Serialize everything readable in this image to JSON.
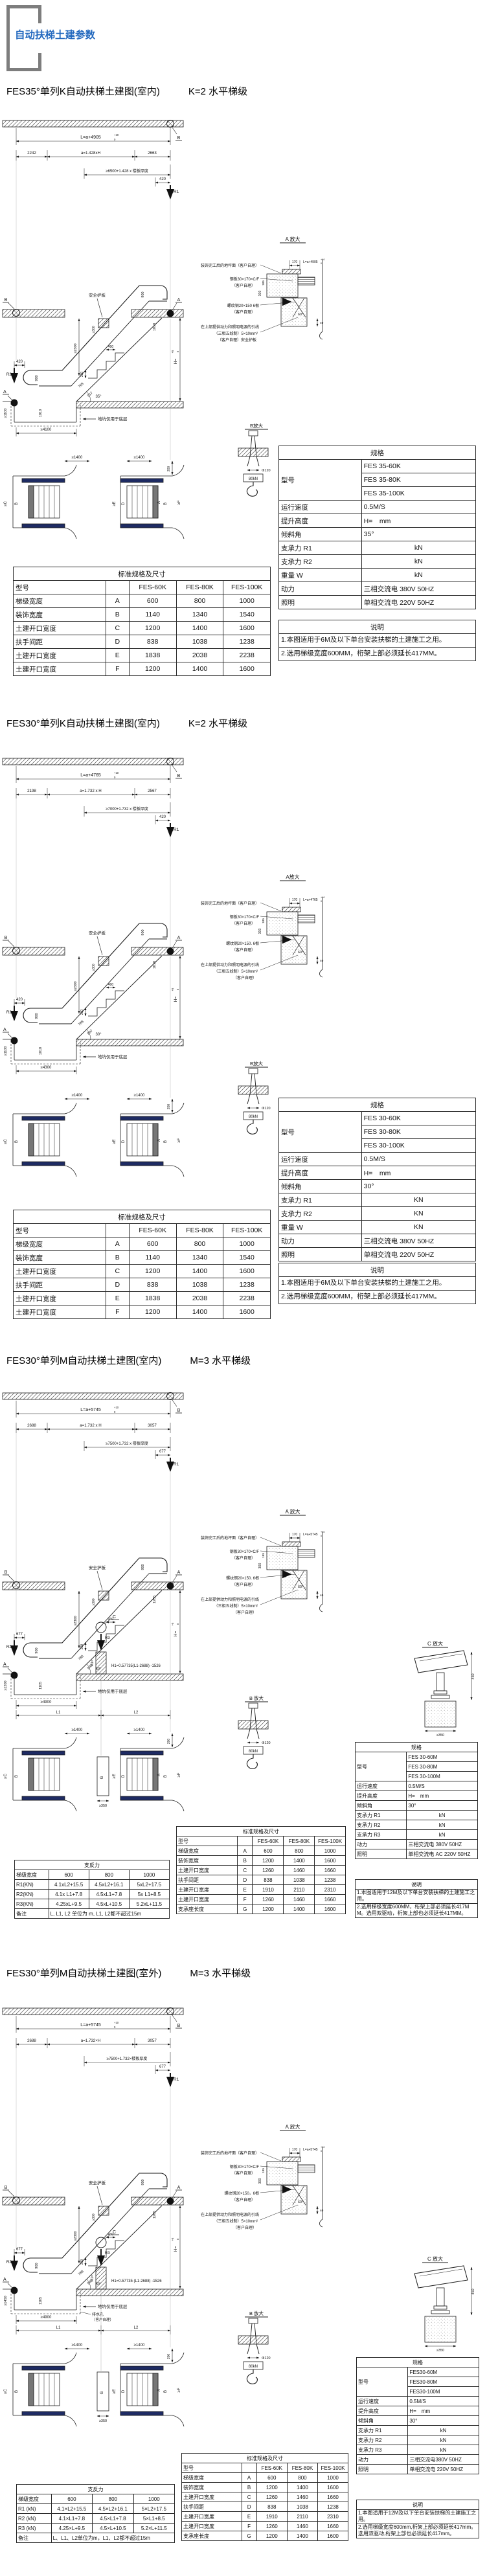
{
  "header": {
    "title": "自动扶梯土建参数"
  },
  "sections": [
    {
      "title": "FES35°单列K自动扶梯土建图(室内)",
      "subtitle": "K=2 水平梯级",
      "drawing": {
        "L": "L=a+4905",
        "tol_sup": "+10",
        "tol_sub": "0",
        "d_left": "2242",
        "d_mid": "a=1.428xH",
        "d_right": "2663",
        "clearance": "≥6500+1.428 x 楼板厚度",
        "top_offset": "420",
        "r1": "R1",
        "r2": "R2",
        "rail_h": "900",
        "truss_top": "1010",
        "truss_bot": "1010",
        "head_clear": "≥2300",
        "guard_h": "≥300",
        "guard_label": "安全护板",
        "step_tread": "400",
        "step_rise": "230",
        "diag1": "768",
        "diag2": "917",
        "angle": "35°",
        "pit_depth": "≥1100",
        "pit_len": "≥4100",
        "pit_note": "地坑仅用于底层",
        "H": "H=",
        "H_sup": "+5",
        "H_sub": "0",
        "landing": "≥1400",
        "edge": "200",
        "marker_a": "A",
        "marker_b": "B",
        "letters_left": [
          "≥C",
          "B"
        ],
        "letters_right": [
          "≥E",
          "D",
          "A",
          "B",
          "≥F"
        ]
      },
      "detail_a": {
        "title": "A 放大",
        "d170": "170",
        "L": "L=a+4905",
        "tol_sup": "+10",
        "tol_sub": "0",
        "d185": "185",
        "d300": "300",
        "angle": "60°",
        "d40": "40",
        "ann1": "装饰完工后的地坪面（客户自理）",
        "ann2": [
          "钢板30×170×C/F",
          "（客户自理）"
        ],
        "ann3": [
          "螺纹钢20×150 6根",
          "（客户自理）"
        ],
        "ann4": [
          "在上部提供动力和照明电源的引线",
          "（三相五线制）5×10mm²",
          "（客户自理）安全护板"
        ]
      },
      "detail_b": {
        "title": "B放大",
        "dia": "Φ120",
        "load": "80kN"
      },
      "tables": {
        "std": {
          "title": "标准规格及尺寸",
          "header": [
            "型号",
            "",
            "FES-60K",
            "FES-80K",
            "FES-100K"
          ],
          "rows": [
            [
              "梯级宽度",
              "A",
              "600",
              "800",
              "1000"
            ],
            [
              "装饰宽度",
              "B",
              "1140",
              "1340",
              "1540"
            ],
            [
              "土建开口宽度",
              "C",
              "1200",
              "1400",
              "1600"
            ],
            [
              "扶手间距",
              "D",
              "838",
              "1038",
              "1238"
            ],
            [
              "土建开口宽度",
              "E",
              "1838",
              "2038",
              "2238"
            ],
            [
              "土建开口宽度",
              "F",
              "1200",
              "1400",
              "1600"
            ]
          ]
        },
        "spec": {
          "title": "规格",
          "model_label": "型号",
          "models": [
            "FES 35-60K",
            "FES 35-80K",
            "FES 35-100K"
          ],
          "rows": [
            [
              "运行速度",
              "0.5M/S"
            ],
            [
              "提升高度",
              "H=　mm"
            ],
            [
              "倾斜角",
              "35°"
            ],
            [
              "支承力  R1",
              "kN"
            ],
            [
              "支承力  R2",
              "kN"
            ],
            [
              "重量  W",
              "kN"
            ],
            [
              "动力",
              "三相交流电 380V 50HZ"
            ],
            [
              "照明",
              "单相交流电 220V 50HZ"
            ]
          ]
        },
        "notes": {
          "title": "说明",
          "items": [
            "1.本图适用于6M及以下单台安装扶梯的土建施工之用。",
            "2.选用梯级宽度600MM，桁架上部必须延长417MM。"
          ]
        }
      }
    },
    {
      "title": "FES30°单列K自动扶梯土建图(室内)",
      "subtitle": "K=2 水平梯级",
      "drawing": {
        "L": "L=a+4765",
        "tol_sup": "+10",
        "tol_sub": "0",
        "d_left": "2198",
        "d_mid": "a=1.732 x H",
        "d_right": "2567",
        "clearance": "≥7000+1.732 x 楼板厚度",
        "top_offset": "420",
        "r1": "R1",
        "r2": "R2",
        "rail_h": "900",
        "truss_top": "1010",
        "truss_bot": "1010",
        "head_clear": "≥2300",
        "guard_h": "≥300",
        "guard_label": "安全护板",
        "step_tread": "400",
        "step_rise": "200",
        "diag1": "788",
        "diag2": "897",
        "angle": "30°",
        "pit_depth": "≥1100",
        "pit_len": "≥4300",
        "pit_note": "地坑仅用于底层",
        "H": "H=",
        "H_sup": "+5",
        "H_sub": "0",
        "landing": "≥1400",
        "edge": "200",
        "marker_a": "A",
        "marker_b": "B",
        "letters_left": [
          "≥C",
          "B"
        ],
        "letters_right": [
          "≥E",
          "D",
          "A",
          "B",
          "≥F"
        ]
      },
      "detail_a": {
        "title": "A放大",
        "d170": "170",
        "L": "L=a+4765",
        "tol_sup": "+10",
        "tol_sub": "0",
        "d185": "185",
        "d300": "300",
        "angle": "60°",
        "d40": "40",
        "ann1": "装饰完工后的地坪面（客户自理）",
        "ann2": [
          "钢板30×170×C/F",
          "（客户自理）"
        ],
        "ann3": [
          "螺纹钢20×150. 6根",
          "（客户自理）"
        ],
        "ann4": [
          "在上部提供动力和照明电源的引线",
          "（三相五线制）5×10mm²",
          "（客户自理）"
        ]
      },
      "detail_b": {
        "title": "B放大",
        "dia": "Φ120",
        "load": "80kN"
      },
      "tables": {
        "std": {
          "title": "标准规格及尺寸",
          "header": [
            "型号",
            "",
            "FES-60K",
            "FES-80K",
            "FES-100K"
          ],
          "rows": [
            [
              "梯级宽度",
              "A",
              "600",
              "800",
              "1000"
            ],
            [
              "装饰宽度",
              "B",
              "1140",
              "1340",
              "1540"
            ],
            [
              "土建开口宽度",
              "C",
              "1200",
              "1400",
              "1600"
            ],
            [
              "扶手间距",
              "D",
              "838",
              "1038",
              "1238"
            ],
            [
              "土建开口宽度",
              "E",
              "1838",
              "2038",
              "2238"
            ],
            [
              "土建开口宽度",
              "F",
              "1200",
              "1400",
              "1600"
            ]
          ]
        },
        "spec": {
          "title": "规格",
          "model_label": "型号",
          "models": [
            "FES 30-60K",
            "FES 30-80K",
            "FES 30-100K"
          ],
          "rows": [
            [
              "运行速度",
              "0.5M/S"
            ],
            [
              "提升高度",
              "H=　mm"
            ],
            [
              "倾斜角",
              "30°"
            ],
            [
              "支承力  R1",
              "KN"
            ],
            [
              "支承力  R2",
              "KN"
            ],
            [
              "重量  W",
              "KN"
            ],
            [
              "动力",
              "三相交流电 380V 50HZ"
            ],
            [
              "照明",
              "单相交流电 220V 50HZ"
            ]
          ]
        },
        "notes": {
          "title": "说明",
          "items": [
            "1.本图适用于6M及以下单台安装扶梯的土建施工之用。",
            "2.选用梯级宽度600MM，桁架上部必须延长417MM。"
          ]
        }
      }
    },
    {
      "title": "FES30°单列M自动扶梯土建图(室内)",
      "subtitle": "M=3 水平梯级",
      "drawing": {
        "L": "L=a+5745",
        "tol_sup": "+10",
        "tol_sub": "0",
        "d_left": "2688",
        "d_mid": "a=1.732 x H",
        "d_right": "3057",
        "clearance": "≥7500+1.732 x 楼板厚度",
        "top_offset": "677",
        "r1": "R1",
        "r2": "R2",
        "r3": "R3",
        "rail_h": "900",
        "truss_top": "1265",
        "truss_bot": "1105",
        "head_clear": "≥2300",
        "guard_h": "≥300",
        "guard_label": "安全护板",
        "step_tread": "400",
        "step_rise": "200",
        "diag1": "788",
        "diag2": "949",
        "angle": "30°",
        "pit_depth": "≥1200",
        "pit_len": "≥4900",
        "pit_note": "地坑仅用于底层",
        "H": "H=",
        "H_sup": "+5",
        "H_sub": "0",
        "landing": "≥1400",
        "edge": "200",
        "marker_a": "A",
        "marker_b": "B",
        "marker_c": "C",
        "L1": "L1",
        "L2": "L2",
        "H1": "H1=",
        "formula": "H1=0.57735(L1-2688) -1526",
        "mid_g": "G",
        "mid_g_dim": "≥350",
        "letters_left": [
          "≥C",
          "B"
        ],
        "letters_right": [
          "≥E",
          "D",
          "A",
          "B",
          "≥F"
        ]
      },
      "detail_a": {
        "title": "A 放大",
        "d170": "170",
        "L": "L=a+5745",
        "tol_sup": "+10",
        "tol_sub": "0",
        "d185": "185",
        "d300": "300",
        "angle": "60°",
        "d40": "40",
        "ann1": "装饰完工后的地坪面（客户自理）",
        "ann2": [
          "钢板30×170×C/F",
          "（客户自理）"
        ],
        "ann3": [
          "螺纹钢20×150. 6根",
          "（客户自理）"
        ],
        "ann4": [
          "在上部提供动力和照明电源的引线",
          "（三相五线制）5×10mm²",
          "（客户自理）"
        ]
      },
      "detail_b": {
        "title": "B 放大",
        "dia": "Φ120",
        "load": "80kN"
      },
      "detail_c": {
        "title": "C 放大",
        "d450": "450",
        "d350": "≥350"
      },
      "tables": {
        "support": {
          "title": "支反力",
          "header": [
            "梯级宽度",
            "600",
            "800",
            "1000"
          ],
          "rows": [
            [
              "R1(KN)",
              "4.1xL2+15.5",
              "4.5xL2+16.1",
              "5xL2+17.5"
            ],
            [
              "R2(KN)",
              "4.1x L1+7.8",
              "4.5xL1+7.8",
              "5x L1+8.5"
            ],
            [
              "R3(KN)",
              "4.25xL+9.5",
              "4.5xL+10.5",
              "5.2xL+11.5"
            ]
          ],
          "remark_label": "备注",
          "remark": "L, L1, L2 单位为 m, L1, L2都不超过15m"
        },
        "std": {
          "title": "标准规格及尺寸",
          "header": [
            "型号",
            "",
            "FES-60K",
            "FES-80K",
            "FES-100K"
          ],
          "rows": [
            [
              "梯级宽度",
              "A",
              "600",
              "800",
              "1000"
            ],
            [
              "装饰宽度",
              "B",
              "1200",
              "1400",
              "1600"
            ],
            [
              "土建开口宽度",
              "C",
              "1260",
              "1460",
              "1660"
            ],
            [
              "扶手间距",
              "D",
              "838",
              "1038",
              "1238"
            ],
            [
              "土建开口宽度",
              "E",
              "1910",
              "2110",
              "2310"
            ],
            [
              "土建开口宽度",
              "F",
              "1260",
              "1460",
              "1660"
            ],
            [
              "支承座长度",
              "G",
              "1200",
              "1400",
              "1600"
            ]
          ]
        },
        "spec": {
          "title": "规格",
          "model_label": "型号",
          "models": [
            "FES 30-60M",
            "FES 30-80M",
            "FES 30-100M"
          ],
          "rows": [
            [
              "运行速度",
              "0.5M/S"
            ],
            [
              "提升高度",
              "H=　mm"
            ],
            [
              "倾斜角",
              "30°"
            ],
            [
              "支承力 R1",
              "kN"
            ],
            [
              "支承力 R2",
              "kN"
            ],
            [
              "支承力 R3",
              "kN"
            ],
            [
              "动力",
              "三相交流电 380V 50HZ"
            ],
            [
              "照明",
              "单相交流电 AC 220V 50HZ"
            ]
          ]
        },
        "notes": {
          "title": "说明",
          "items": [
            "1.本图适用于12M及以下单台安装扶梯的土建施工之用。",
            "2.选用梯级宽度600MM，桁架上部必须延长417MM。选用双驱动，桁架上部也必须延长417MM。"
          ]
        }
      }
    },
    {
      "title": "FES30°单列M自动扶梯土建图(室外)",
      "subtitle": "M=3 水平梯级",
      "drawing": {
        "L": "L=a+5745",
        "tol_sup": "+10",
        "tol_sub": "0",
        "d_left": "2688",
        "d_mid": "a=1.732×H",
        "d_right": "3057",
        "clearance": "≥7500+1.732×楼板厚度",
        "top_offset": "677",
        "r1": "R1",
        "r2": "R2",
        "r3": "R3",
        "rail_h": "900",
        "truss_top": "1265",
        "truss_bot": "1105",
        "head_clear": "≥2300",
        "guard_h": "≥300",
        "guard_label": "安全护板",
        "step_tread": "400",
        "step_rise": "200",
        "diag1": "788",
        "diag2": "949",
        "angle": "30°",
        "pit_depth": "≥1450",
        "pit_len": "≥4900",
        "pit_note": "地坑仅用于底层",
        "drain1": "排水孔",
        "drain2": "（客户自理）",
        "H": "H=",
        "H_sup": "+5",
        "H_sub": "0",
        "landing": "≥1400",
        "edge": "200",
        "marker_a": "A",
        "marker_b": "B",
        "marker_c": "C",
        "L1": "L1",
        "L2": "L2",
        "H1": "H1=",
        "formula": "H1=0.57735 (L1-2688) -1526",
        "mid_g": "G",
        "mid_g_dim": "≥350",
        "letters_left": [
          "≥C",
          "B"
        ],
        "letters_right": [
          "≥E",
          "D",
          "A",
          "B",
          "≥F"
        ]
      },
      "detail_a": {
        "title": "A 放大",
        "d170": "170",
        "L": "L=a+5745",
        "tol_sup": "+10",
        "tol_sub": "0",
        "d185": "185",
        "d300": "300",
        "angle": "60°",
        "d40": "40",
        "ann1": "装饰完工后的地坪面（客户自理）",
        "ann2": [
          "钢板30×170×C/F",
          "（客户自理）"
        ],
        "ann3": [
          "螺纹钢20×150，6根",
          "（客户自理）"
        ],
        "ann4": [
          "在上部提供动力和照明电源的引线",
          "（三相五线制）5×10mm²",
          "（客户自理）"
        ]
      },
      "detail_b": {
        "title": "B 放大",
        "dia": "Φ120",
        "load": "80kN"
      },
      "detail_c": {
        "title": "C 放大",
        "d450": "450",
        "d350": "≥350"
      },
      "tables": {
        "support": {
          "title": "支反力",
          "header": [
            "梯级宽度",
            "600",
            "800",
            "1000"
          ],
          "rows": [
            [
              "R1 (kN)",
              "4.1×L2+15.5",
              "4.5×L2+16.1",
              "5×L2+17.5"
            ],
            [
              "R2 (kN)",
              "4.1×L1+7.8",
              "4.5×L1+7.8",
              "5×L1+8.5"
            ],
            [
              "R3 (kN)",
              "4.25×L+9.5",
              "4.5×L+10.5",
              "5.2×L+11.5"
            ]
          ],
          "remark_label": "备注",
          "remark": "L、L1、L2单位为m，L1、L2都不超过15m"
        },
        "std": {
          "title": "标准规格及尺寸",
          "header": [
            "型号",
            "",
            "FES-60K",
            "FES-80K",
            "FES-100K"
          ],
          "rows": [
            [
              "梯级宽度",
              "A",
              "600",
              "800",
              "1000"
            ],
            [
              "装饰宽度",
              "B",
              "1200",
              "1400",
              "1600"
            ],
            [
              "土建开口宽度",
              "C",
              "1260",
              "1460",
              "1660"
            ],
            [
              "扶手间距",
              "D",
              "838",
              "1038",
              "1238"
            ],
            [
              "土建开口宽度",
              "E",
              "1910",
              "2110",
              "2310"
            ],
            [
              "土建开口宽度",
              "F",
              "1260",
              "1460",
              "1660"
            ],
            [
              "支承座长度",
              "G",
              "1200",
              "1400",
              "1600"
            ]
          ]
        },
        "spec": {
          "title": "规格",
          "model_label": "型号",
          "models": [
            "FES30-60M",
            "FES30-80M",
            "FES30-100M"
          ],
          "rows": [
            [
              "运行速度",
              "0.5M/S"
            ],
            [
              "提升高度",
              "H=　mm"
            ],
            [
              "倾斜角",
              "30°"
            ],
            [
              "支承力 R1",
              "kN"
            ],
            [
              "支承力 R2",
              "kN"
            ],
            [
              "支承力 R3",
              "kN"
            ],
            [
              "动力",
              "三相交流电380V 50HZ"
            ],
            [
              "照明",
              "单相交流电 220V 50HZ"
            ]
          ]
        },
        "notes": {
          "title": "说明",
          "items": [
            "1.本图适用于12M及以下单台安装扶梯的土建施工之用。",
            "2.选用梯级宽度600mm,桁架上部必须延长417mm。选用双驱动,桁架上部也必须延长417mm。"
          ]
        }
      }
    }
  ]
}
